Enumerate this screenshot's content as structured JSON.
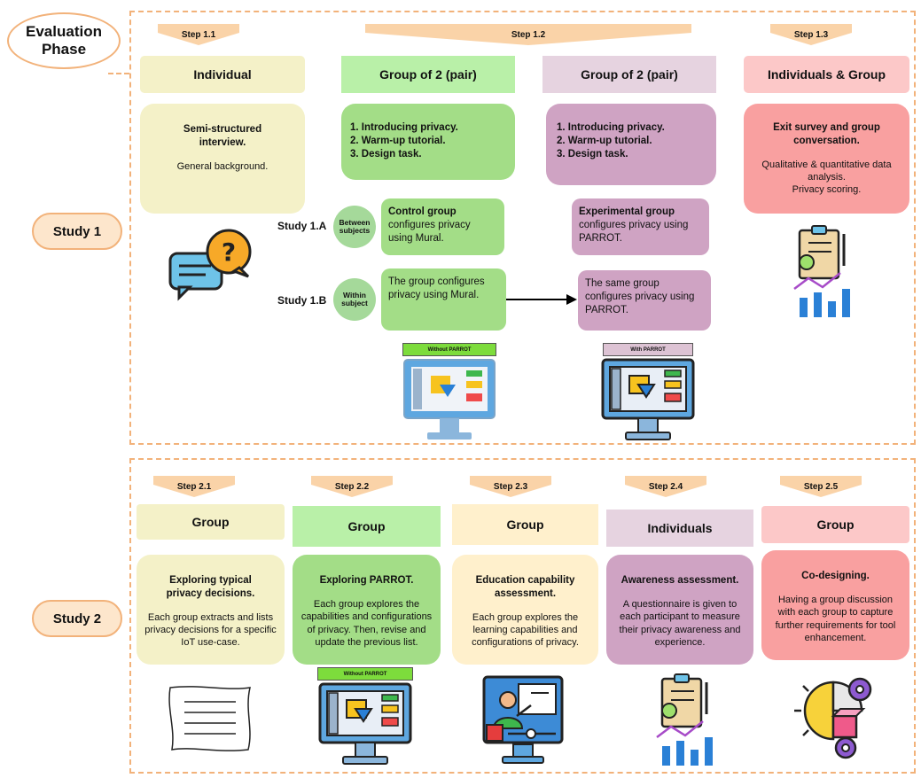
{
  "evaluation_label": "Evaluation\nPhase",
  "study1": {
    "label": "Study 1",
    "steps": {
      "s11": "Step 1.1",
      "s12": "Step 1.2",
      "s13": "Step 1.3"
    },
    "headers": {
      "individual": "Individual",
      "pair_a": "Group of 2 (pair)",
      "pair_b": "Group of 2 (pair)",
      "ind_group": "Individuals & Group"
    },
    "cards": {
      "interview_title": "Semi-structured interview.",
      "interview_text": "General background.",
      "pair_a_lines": [
        "1. Introducing privacy.",
        "2. Warm-up tutorial.",
        "3. Design task."
      ],
      "pair_b_lines": [
        "1. Introducing privacy.",
        "2. Warm-up tutorial.",
        "3. Design task."
      ],
      "exit_title": "Exit survey and group conversation.",
      "exit_text1": "Qualitative & quantitative data analysis.",
      "exit_text2": "Privacy scoring."
    },
    "study1a": {
      "label": "Study 1.A",
      "circle": "Between subjects",
      "control_bold": "Control group",
      "control_rest": " configures privacy using Mural.",
      "exp_bold": "Experimental group",
      "exp_rest": " configures privacy using PARROT."
    },
    "study1b": {
      "label": "Study 1.B",
      "circle": "Within subject",
      "left": "The group configures privacy using Mural.",
      "right": "The same group configures privacy using PARROT."
    },
    "tags": {
      "without": "Without PARROT",
      "with": "With PARROT"
    }
  },
  "study2": {
    "label": "Study 2",
    "steps": [
      "Step 2.1",
      "Step 2.2",
      "Step 2.3",
      "Step 2.4",
      "Step 2.5"
    ],
    "headers": [
      "Group",
      "Group",
      "Group",
      "Individuals",
      "Group"
    ],
    "cards": [
      {
        "title": "Exploring typical privacy decisions.",
        "text": "Each group extracts and lists privacy decisions for a specific IoT use-case."
      },
      {
        "title": "Exploring PARROT.",
        "text": "Each group explores the capabilities and configurations of privacy. Then, revise and update the previous list."
      },
      {
        "title": "Education capability assessment.",
        "text": "Each group explores the learning capabilities and configurations of privacy."
      },
      {
        "title": "Awareness assessment.",
        "text": "A questionnaire is given to each participant to measure their privacy awareness and experience."
      },
      {
        "title": "Co-designing.",
        "text": "Having a group discussion with each group to capture further requirements for tool enhancement."
      }
    ],
    "tag_without": "Without PARROT"
  },
  "colors": {
    "dash": "#f2b27a",
    "yellow": "#f4f1c8",
    "green": "#a3dd87",
    "green_light": "#b9f0a8",
    "purple": "#cfa3c3",
    "purple_light": "#e6d3e0",
    "pink": "#f9a0a0",
    "pink_light": "#fcc8c8",
    "cream": "#fff0cc"
  }
}
